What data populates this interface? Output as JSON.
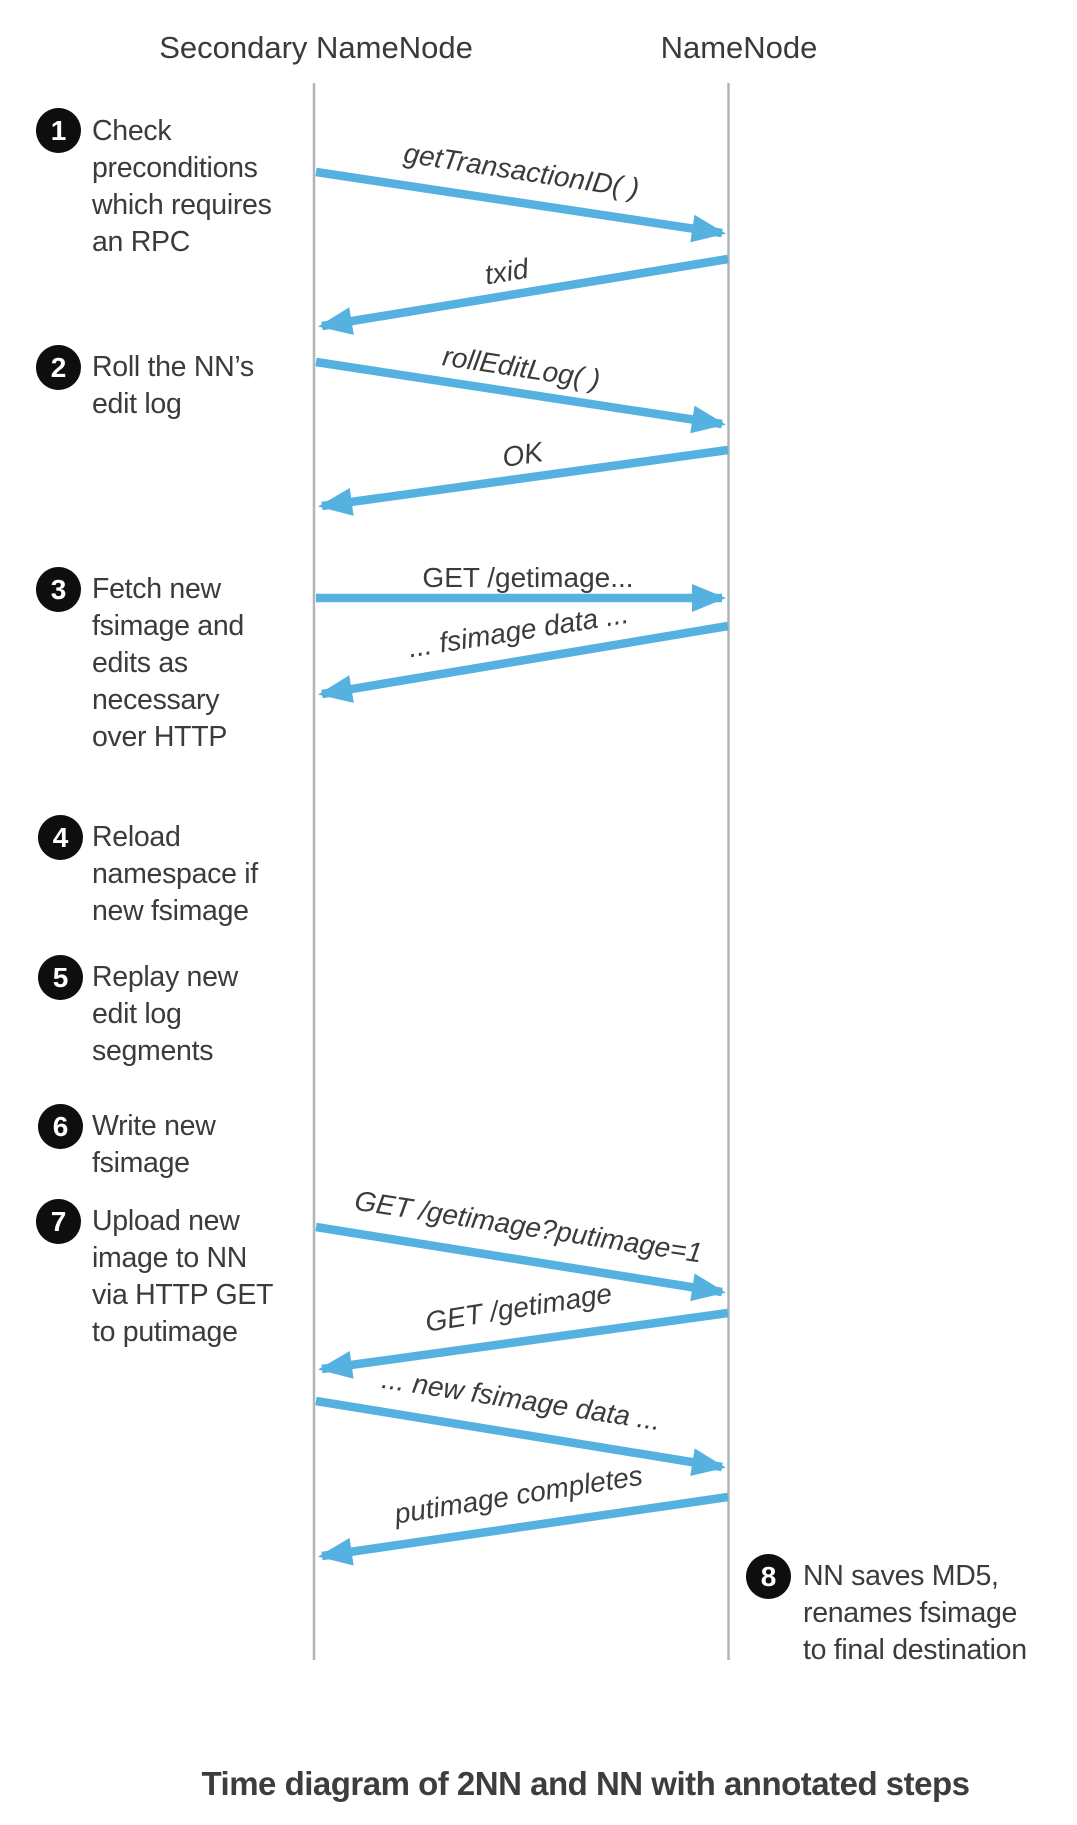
{
  "figure": {
    "caption": "Time diagram of 2NN and NN with annotated steps"
  },
  "actors": {
    "secondary_namenode": "Secondary NameNode",
    "namenode": "NameNode"
  },
  "messages": [
    {
      "label": "getTransactionID( )",
      "from": "Secondary NameNode",
      "to": "NameNode"
    },
    {
      "label": "txid",
      "from": "NameNode",
      "to": "Secondary NameNode"
    },
    {
      "label": "rollEditLog( )",
      "from": "Secondary NameNode",
      "to": "NameNode"
    },
    {
      "label": "OK",
      "from": "NameNode",
      "to": "Secondary NameNode"
    },
    {
      "label": "GET /getimage...",
      "from": "Secondary NameNode",
      "to": "NameNode"
    },
    {
      "label": "... fsimage data ...",
      "from": "NameNode",
      "to": "Secondary NameNode"
    },
    {
      "label": "GET /getimage?putimage=1",
      "from": "Secondary NameNode",
      "to": "NameNode"
    },
    {
      "label": "GET /getimage",
      "from": "NameNode",
      "to": "Secondary NameNode"
    },
    {
      "label": "... new fsimage data ...",
      "from": "Secondary NameNode",
      "to": "NameNode"
    },
    {
      "label": "putimage completes",
      "from": "NameNode",
      "to": "Secondary NameNode"
    }
  ],
  "steps": [
    {
      "num": "1",
      "lines": [
        "Check",
        "preconditions",
        "which requires",
        "an RPC"
      ]
    },
    {
      "num": "2",
      "lines": [
        "Roll the NN’s",
        "edit log"
      ]
    },
    {
      "num": "3",
      "lines": [
        "Fetch new",
        "fsimage and",
        "edits as",
        "necessary",
        "over HTTP"
      ]
    },
    {
      "num": "4",
      "lines": [
        "Reload",
        "namespace if",
        "new fsimage"
      ]
    },
    {
      "num": "5",
      "lines": [
        "Replay new",
        "edit log",
        "segments"
      ]
    },
    {
      "num": "6",
      "lines": [
        "Write new",
        "fsimage"
      ]
    },
    {
      "num": "7",
      "lines": [
        "Upload new",
        "image to NN",
        "via HTTP GET",
        "to putimage"
      ]
    },
    {
      "num": "8",
      "lines": [
        "NN saves MD5,",
        "renames fsimage",
        "to final destination"
      ]
    }
  ],
  "colors": {
    "arrow_blue": "#54b1e0",
    "text_dark": "#3b3b3b",
    "lifeline_gray": "#b2b5b7",
    "badge_black": "#0e0e0e"
  }
}
